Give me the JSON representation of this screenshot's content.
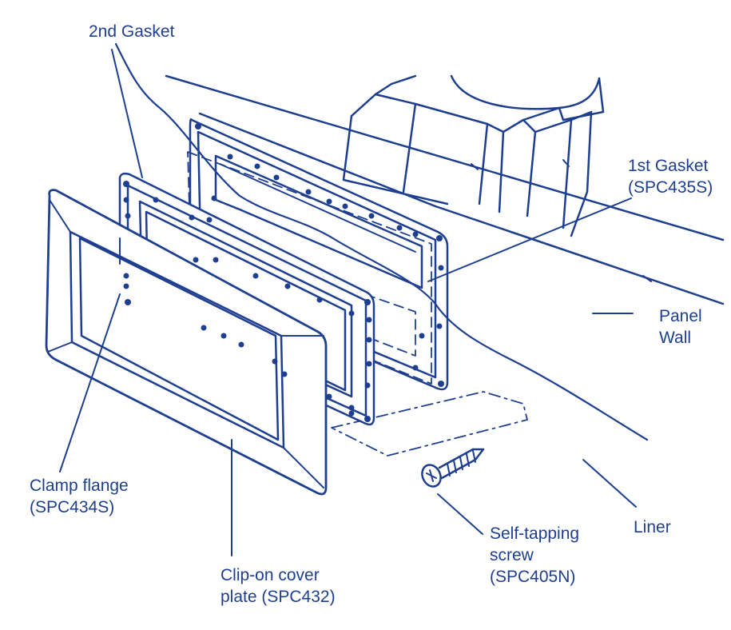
{
  "colors": {
    "ink": "#1e3f8f",
    "background": "#ffffff"
  },
  "labels": {
    "gasket2": {
      "line1": "2nd Gasket"
    },
    "gasket1": {
      "line1": "1st Gasket",
      "line2": "(SPC435S)"
    },
    "panel_wall": {
      "line1": "Panel",
      "line2": "Wall"
    },
    "clamp_flange": {
      "line1": "Clamp flange",
      "line2": "(SPC434S)"
    },
    "cover_plate": {
      "line1": "Clip-on cover",
      "line2": "plate (SPC432)"
    },
    "screw": {
      "line1": "Self-tapping",
      "line2": "screw",
      "line3": "(SPC405N)"
    },
    "liner": {
      "line1": "Liner"
    }
  }
}
